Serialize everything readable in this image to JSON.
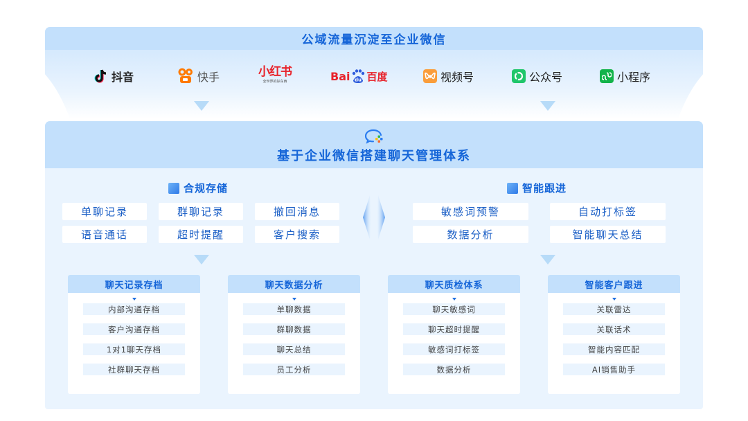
{
  "top": {
    "title": "公域流量沉淀至企业微信",
    "platforms": [
      {
        "name": "抖音",
        "icon": "douyin-icon"
      },
      {
        "name": "快手",
        "icon": "kuaishou-icon"
      },
      {
        "name": "小红书",
        "icon": "xiaohongshu-logo",
        "subtitle": "全世界的好东西"
      },
      {
        "name": "百度",
        "icon": "baidu-logo",
        "prefix": "Bai",
        "mid": "du"
      },
      {
        "name": "视频号",
        "icon": "shipinhao-icon"
      },
      {
        "name": "公众号",
        "icon": "gongzhonghao-icon"
      },
      {
        "name": "小程序",
        "icon": "miniprogram-icon"
      }
    ]
  },
  "main": {
    "title": "基于企业微信搭建聊天管理体系",
    "compliance": {
      "title": "合规存储",
      "items": [
        "单聊记录",
        "群聊记录",
        "撤回消息",
        "语音通话",
        "超时提醒",
        "客户搜索"
      ]
    },
    "smart": {
      "title": "智能跟进",
      "items": [
        "敏感词预警",
        "自动打标签",
        "数据分析",
        "智能聊天总结"
      ]
    },
    "cards": [
      {
        "title": "聊天记录存档",
        "items": [
          "内部沟通存档",
          "客户沟通存档",
          "1对1聊天存档",
          "社群聊天存档"
        ]
      },
      {
        "title": "聊天数据分析",
        "items": [
          "单聊数据",
          "群聊数据",
          "聊天总结",
          "员工分析"
        ]
      },
      {
        "title": "聊天质检体系",
        "items": [
          "聊天敏感词",
          "聊天超时提醒",
          "敏感词打标签",
          "数据分析"
        ]
      },
      {
        "title": "智能客户跟进",
        "items": [
          "关联雷达",
          "关联话术",
          "智能内容匹配",
          "AI销售助手"
        ]
      }
    ]
  },
  "colors": {
    "accent": "#1565d8",
    "header_bg": "#c3e0fc",
    "panel_bg": "#eaf4fe"
  }
}
